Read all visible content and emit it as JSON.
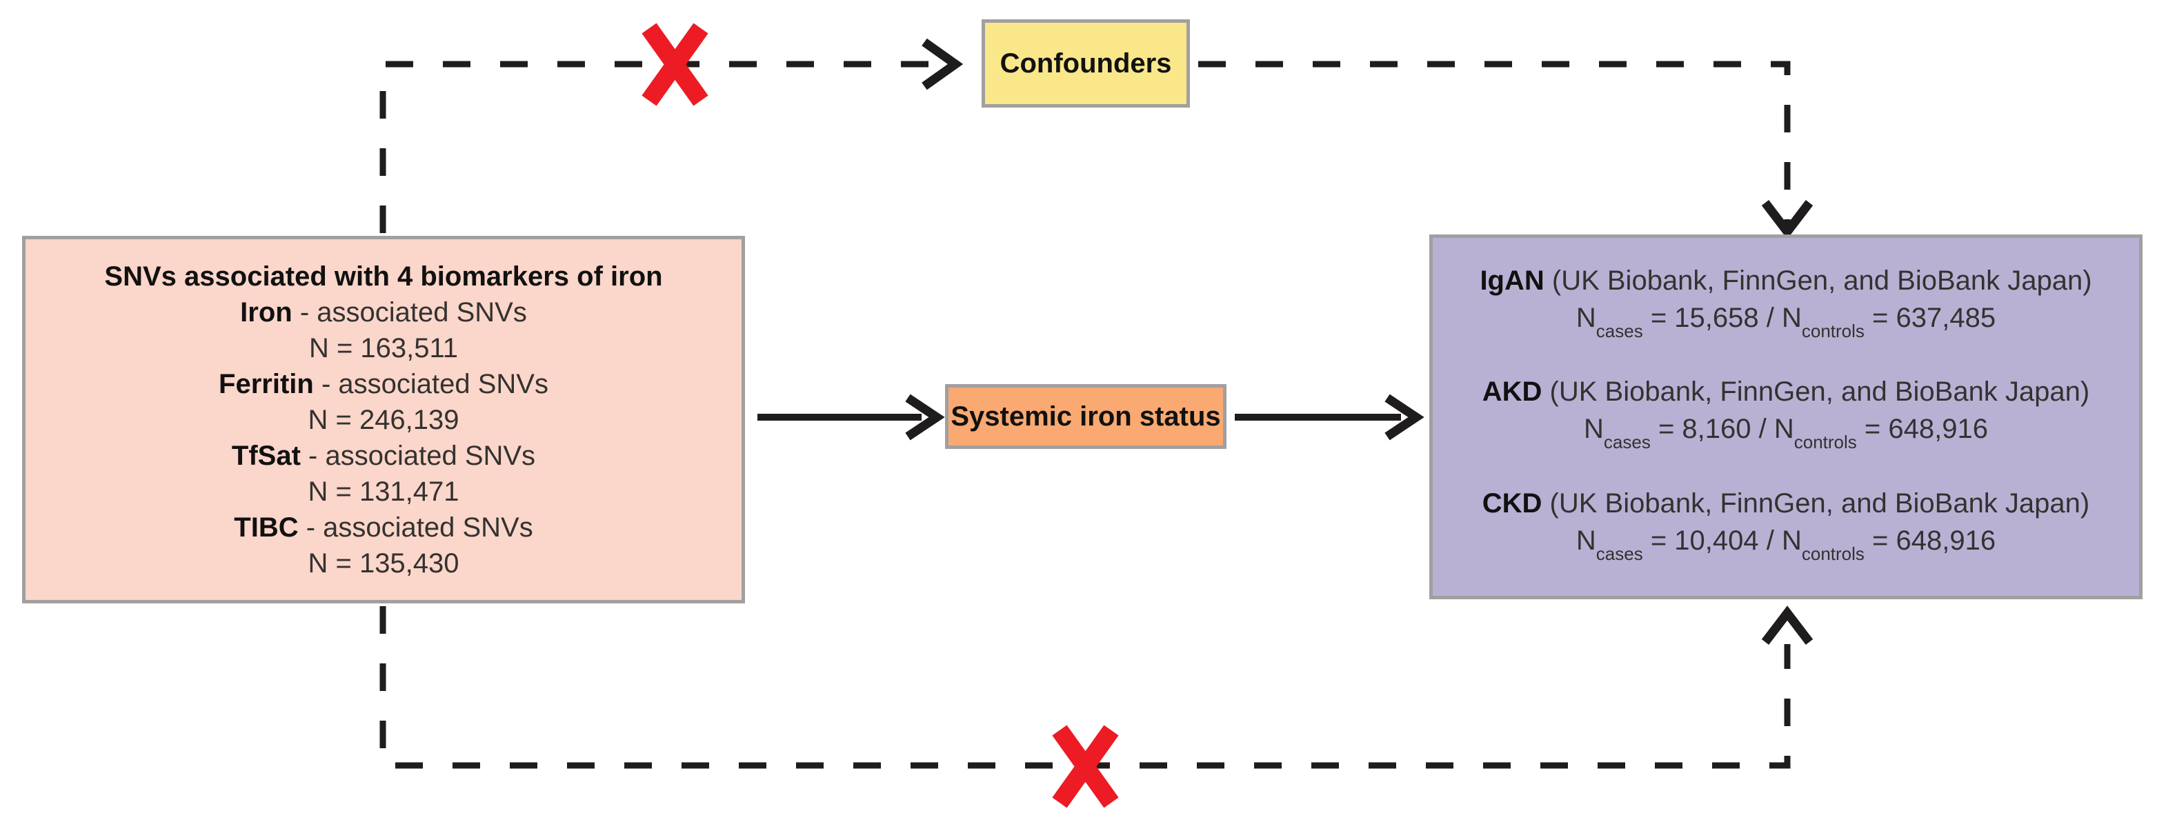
{
  "figure": {
    "background": "#ffffff",
    "line_color": "#1f1c1d",
    "cross_color": "#ed1b23",
    "border_color": "#a19fa0"
  },
  "exposure_box": {
    "fill": "#fbd6ca",
    "title": "SNVs associated with 4 biomarkers of iron",
    "items": [
      {
        "marker": "Iron",
        "rest": " - associated SNVs",
        "n": "N = 163,511"
      },
      {
        "marker": "Ferritin",
        "rest": " - associated SNVs",
        "n": "N = 246,139"
      },
      {
        "marker": "TfSat",
        "rest": " - associated SNVs",
        "n": "N = 131,471"
      },
      {
        "marker": "TIBC",
        "rest": " - associated SNVs",
        "n": "N = 135,430"
      }
    ]
  },
  "confounders_box": {
    "fill": "#f9e78a",
    "label": "Confounders"
  },
  "mediator_box": {
    "fill": "#f9a971",
    "label": "Systemic iron status"
  },
  "outcomes_box": {
    "fill": "#b9b1d4",
    "groups": [
      {
        "name": "IgAN",
        "cohorts": " (UK Biobank, FinnGen, and BioBank Japan)",
        "n": "N",
        "sub_cases": "cases",
        "mid": " = 15,658 / N",
        "sub_controls": "controls",
        "tail": " = 637,485"
      },
      {
        "name": "AKD",
        "cohorts": " (UK Biobank, FinnGen, and BioBank Japan)",
        "n": "N",
        "sub_cases": "cases",
        "mid": " = 8,160 / N",
        "sub_controls": "controls",
        "tail": " = 648,916"
      },
      {
        "name": "CKD",
        "cohorts": " (UK Biobank, FinnGen, and BioBank Japan)",
        "n": "N",
        "sub_cases": "cases",
        "mid": " = 10,404 / N",
        "sub_controls": "controls",
        "tail": " = 648,916"
      }
    ]
  }
}
